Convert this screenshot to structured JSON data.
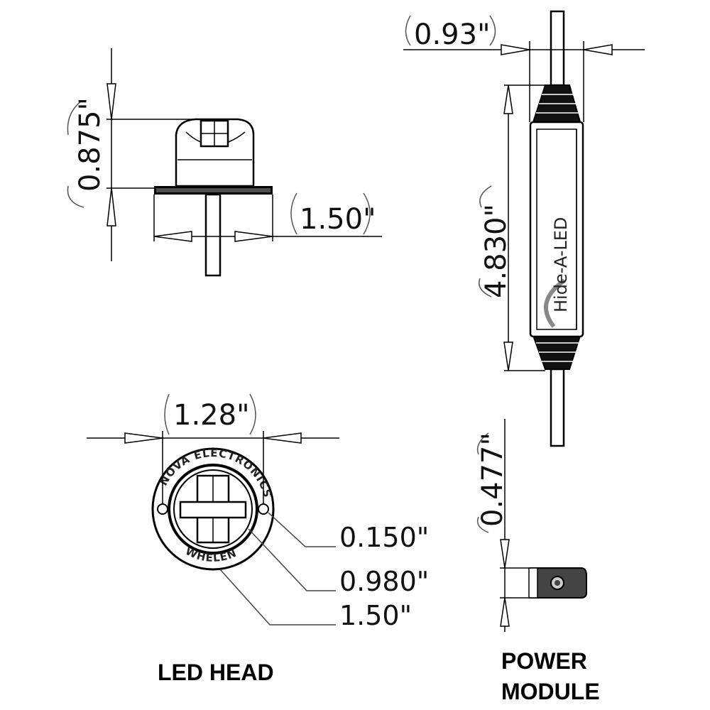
{
  "led_head": {
    "caption": "LED HEAD",
    "side_height": "0.875\"",
    "side_width": "1.50\"",
    "top_width": "1.28\"",
    "callout_hole": "0.150\"",
    "callout_inner": "0.980\"",
    "callout_outer": "1.50\"",
    "ring_text_top": "NOVA ELECTRONICS",
    "ring_text_bottom": "WHELEN"
  },
  "power_module": {
    "caption_line1": "POWER",
    "caption_line2": "MODULE",
    "width": "0.93\"",
    "length": "4.830\"",
    "tab_height": "0.477\"",
    "brand_text": "Hide-A-LED"
  }
}
